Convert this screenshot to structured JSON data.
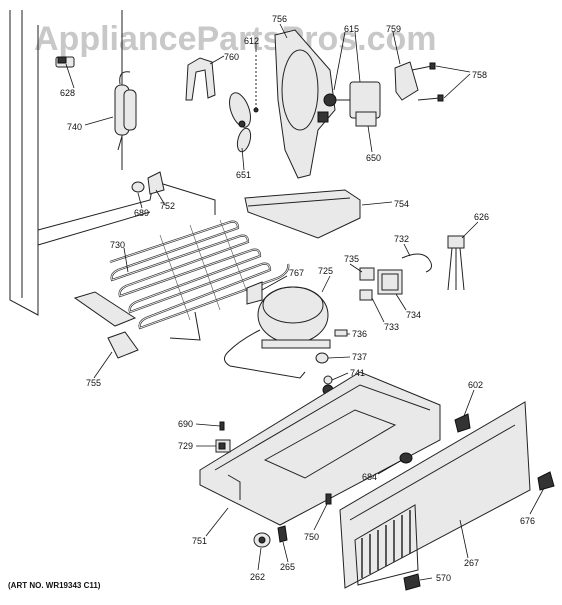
{
  "watermark": "AppliancePartsPros.com",
  "art_number": "(ART NO. WR19343 C11)",
  "callouts": {
    "c628": "628",
    "c740": "740",
    "c760": "760",
    "c651": "651",
    "c612": "612",
    "c756": "756",
    "c615": "615",
    "c759": "759",
    "c758": "758",
    "c650": "650",
    "c689": "689",
    "c752": "752",
    "c754": "754",
    "c626": "626",
    "c730": "730",
    "c732": "732",
    "c735": "735",
    "c767": "767",
    "c725": "725",
    "c734": "734",
    "c733": "733",
    "c736": "736",
    "c755": "755",
    "c737": "737",
    "c741": "741",
    "c602": "602",
    "c690": "690",
    "c729": "729",
    "c684": "684",
    "c676": "676",
    "c751": "751",
    "c750": "750",
    "c267": "267",
    "c262": "262",
    "c265": "265",
    "c570": "570"
  }
}
